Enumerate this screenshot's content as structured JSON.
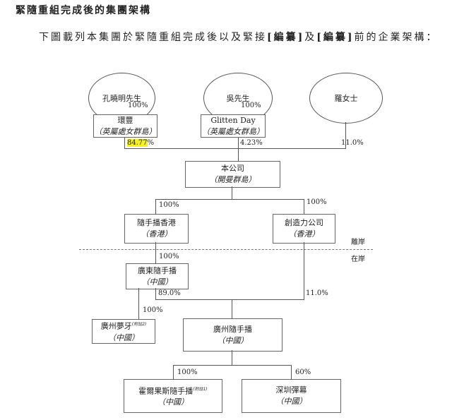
{
  "title": "緊隨重組完成後的集團架構",
  "intro": {
    "before": "下圖載列本集團於緊隨重組完成後以及緊接",
    "redacted1": "[編纂]",
    "mid": "及",
    "redacted2": "[編纂]",
    "after": "前的企業架構："
  },
  "shareholders": [
    "孔曉明先生",
    "吳先生",
    "羅女士"
  ],
  "holdcos": [
    {
      "name": "環豐",
      "place": "（英屬處女群島）",
      "parent_pct": "100%",
      "stake_highlight": "84.77",
      "stake_suffix": "%"
    },
    {
      "name": "Glitten Day",
      "place": "（英屬處女群島）",
      "parent_pct": "100%",
      "stake": "4.23%"
    }
  ],
  "luo_stake": "11.0%",
  "company": {
    "name": "本公司",
    "place": "（開曼群島）"
  },
  "offshore": [
    {
      "name": "隨手播香港",
      "place": "（香港）",
      "pct": "100%"
    },
    {
      "name": "創造力公司",
      "place": "（香港）",
      "pct": "100%"
    }
  ],
  "zones": {
    "offshore": "離岸",
    "onshore": "在岸"
  },
  "gd": {
    "name": "廣東隨手播",
    "place": "（中國）",
    "pct": "100%"
  },
  "gz_pcts": {
    "from_gd": "89.0%",
    "from_creative": "11.0%"
  },
  "mengya": {
    "name": "廣州夢牙",
    "note": "(附註2)",
    "place": "（中國）",
    "pct": "100%"
  },
  "gz": {
    "name": "廣州隨手播",
    "place": "（中國）"
  },
  "subs": [
    {
      "name": "霍爾果斯隨手播",
      "note": "(附註1)",
      "place": "（中國）",
      "pct": "100%"
    },
    {
      "name": "深圳彈幕",
      "place": "（中國）",
      "pct": "60%"
    }
  ]
}
